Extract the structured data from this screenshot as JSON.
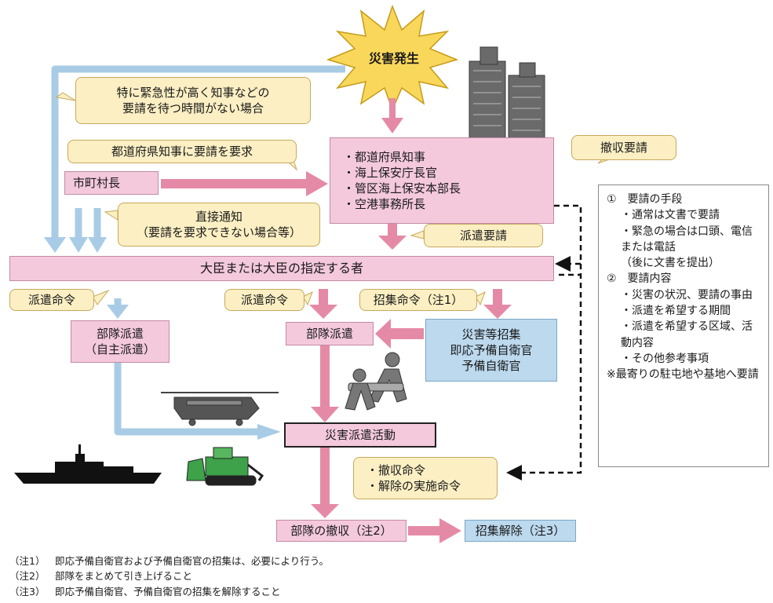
{
  "disaster": "災害発生",
  "urgent_note": [
    "特に緊急性が高く知事などの",
    "要請を待つ時間がない場合"
  ],
  "request_note": "都道府県知事に要請を要求",
  "mayor": "市町村長",
  "officials": [
    "・都道府県知事",
    "・海上保安庁長官",
    "・管区海上保安本部長",
    "・空港事務所長"
  ],
  "withdraw_request": "撤収要請",
  "direct_notice": [
    "直接通知",
    "（要請を要求できない場合等）"
  ],
  "dispatch_request": "派遣要請",
  "minister": "大臣または大臣の指定する者",
  "dispatch_order_left": "派遣命令",
  "dispatch_order_mid": "派遣命令",
  "call_order": "招集命令（注1）",
  "unit_dispatch_auto": [
    "部隊派遣",
    "（自主派遣）"
  ],
  "unit_dispatch": "部隊派遣",
  "reserves": [
    "災害等招集",
    "即応予備自衛官",
    "予備自衛官"
  ],
  "relief_activity": "災害派遣活動",
  "withdraw_orders": [
    "・撤収命令",
    "・解除の実施命令"
  ],
  "unit_withdraw": "部隊の撤収（注2）",
  "call_release": "招集解除（注3）",
  "panel": {
    "h1": "①　要請の手段",
    "means": [
      "・通常は文書で要請",
      "・緊急の場合は口頭、電信または電話",
      "（後に文書を提出）"
    ],
    "h2": "②　要請内容",
    "contents": [
      "・災害の状況、要請の事由",
      "・派遣を希望する期間",
      "・派遣を希望する区域、活動内容",
      "・その他参考事項"
    ],
    "note": "※最寄りの駐屯地や基地へ要請"
  },
  "footnotes": [
    {
      "key": "（注1）",
      "text": "即応予備自衛官および予備自衛官の招集は、必要により行う。"
    },
    {
      "key": "（注2）",
      "text": "部隊をまとめて引き上げること"
    },
    {
      "key": "（注3）",
      "text": "即応予備自衛官、予備自衛官の招集を解除すること"
    }
  ],
  "colors": {
    "pink": "#f4c9dc",
    "blue_arrow": "#a9cce6",
    "pink_arrow": "#e58aa6",
    "note": "#fbefc3",
    "burst": "#f8d75a"
  }
}
